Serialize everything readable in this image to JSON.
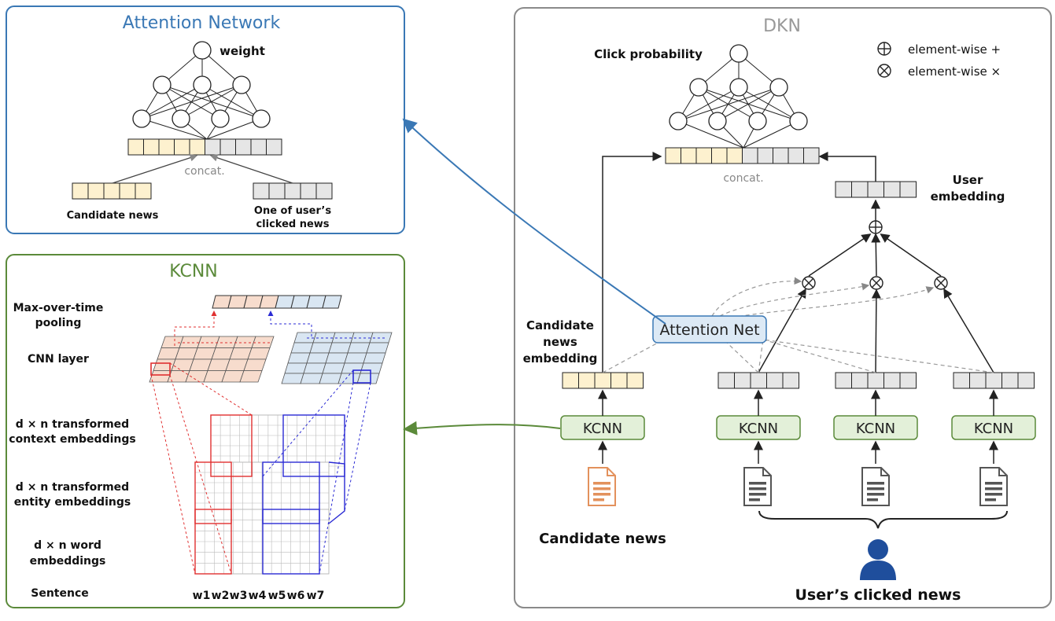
{
  "panels": {
    "attention": {
      "title": "Attention Network",
      "color": "#3a78b5"
    },
    "kcnn": {
      "title": "KCNN",
      "color": "#5b8a3a"
    },
    "dkn": {
      "title": "DKN",
      "color": "#8a8a8a"
    }
  },
  "attention_network": {
    "weight_label": "weight",
    "concat_label": "concat.",
    "candidate_label": "Candidate news",
    "clicked_label_1": "One of user’s",
    "clicked_label_2": "clicked news"
  },
  "kcnn_panel": {
    "max_pool_1": "Max-over-time",
    "max_pool_2": "pooling",
    "cnn_layer": "CNN layer",
    "context_1": "d × n transformed",
    "context_2": "context embeddings",
    "entity_1": "d × n transformed",
    "entity_2": "entity embeddings",
    "word_1": "d × n word",
    "word_2": "embeddings",
    "sentence": "Sentence",
    "words": [
      "w1",
      "w2",
      "w3",
      "w4",
      "w5",
      "w6",
      "w7"
    ]
  },
  "dkn_panel": {
    "click_probability": "Click probability",
    "legend_plus": "element-wise +",
    "legend_times": "element-wise ×",
    "concat_label": "concat.",
    "user_embedding_1": "User",
    "user_embedding_2": "embedding",
    "candidate_emb_1": "Candidate",
    "candidate_emb_2": "news",
    "candidate_emb_3": "embedding",
    "attention_net": "Attention Net",
    "kcnn_label": "KCNN",
    "candidate_news": "Candidate news",
    "users_clicked": "User’s clicked news"
  },
  "colors": {
    "yellow": "#fdf1cf",
    "gray": "#e6e6e6",
    "kcnn_green": "#e3f0d9",
    "attention_blue": "#dce9f5",
    "salmon": "#f7dccd",
    "lightblue": "#d9e6f2",
    "red": "#e03030",
    "blue": "#2b2bd4",
    "user_blue": "#1f4e9c",
    "doc_orange": "#e3915c"
  }
}
